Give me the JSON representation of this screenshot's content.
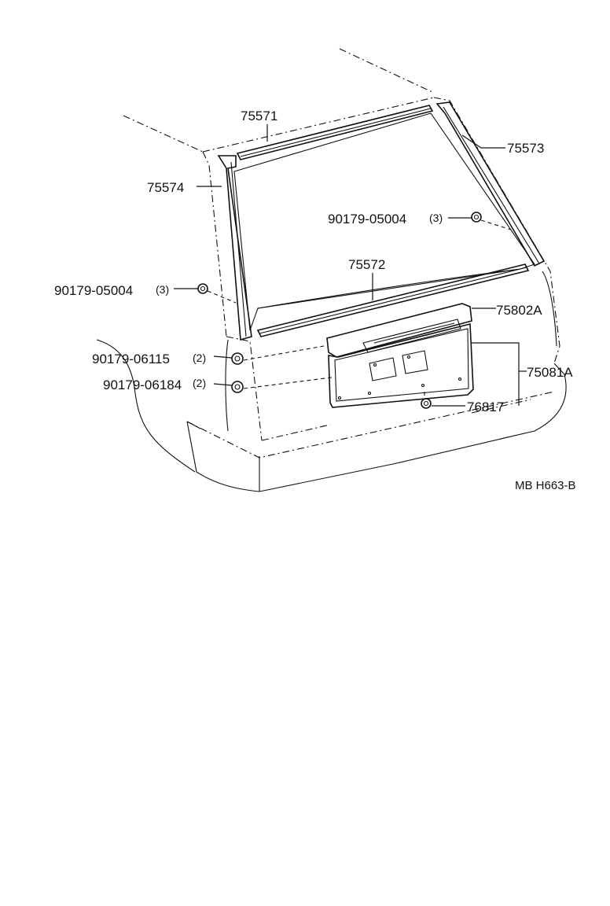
{
  "diagram": {
    "code": "MB H663-B",
    "parts": [
      {
        "id": "p1",
        "number": "75571",
        "qty": ""
      },
      {
        "id": "p2",
        "number": "75573",
        "qty": ""
      },
      {
        "id": "p3",
        "number": "75574",
        "qty": ""
      },
      {
        "id": "p4",
        "number": "90179-05004",
        "qty": "(3)"
      },
      {
        "id": "p5",
        "number": "75572",
        "qty": ""
      },
      {
        "id": "p6",
        "number": "90179-05004",
        "qty": "(3)"
      },
      {
        "id": "p7",
        "number": "75802A",
        "qty": ""
      },
      {
        "id": "p8",
        "number": "90179-06115",
        "qty": "(2)"
      },
      {
        "id": "p9",
        "number": "75081A",
        "qty": ""
      },
      {
        "id": "p10",
        "number": "90179-06184",
        "qty": "(2)"
      },
      {
        "id": "p11",
        "number": "76817",
        "qty": ""
      }
    ]
  }
}
